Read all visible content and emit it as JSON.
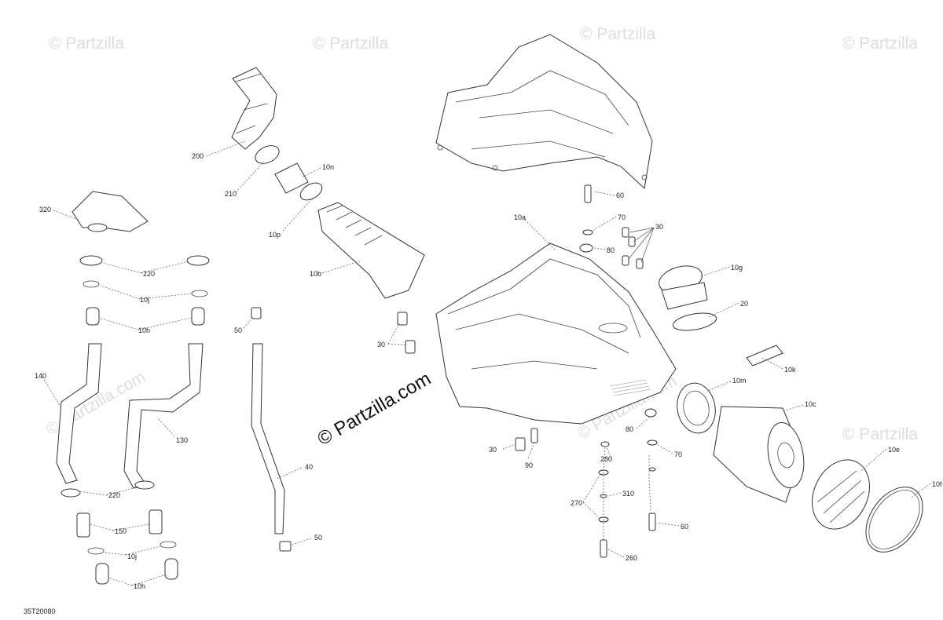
{
  "watermark": {
    "repeat_text": "© Partzilla",
    "tile_text": "© Partzilla.com",
    "main_text": "© Partzilla.com"
  },
  "diagram_id": "35T20080",
  "callouts": [
    {
      "id": "c-200",
      "text": "200"
    },
    {
      "id": "c-210",
      "text": "210"
    },
    {
      "id": "c-10n",
      "text": "10n"
    },
    {
      "id": "c-10p",
      "text": "10p"
    },
    {
      "id": "c-10b",
      "text": "10b"
    },
    {
      "id": "c-320",
      "text": "320"
    },
    {
      "id": "c-220a",
      "text": "220"
    },
    {
      "id": "c-10ja",
      "text": "10j"
    },
    {
      "id": "c-10ha",
      "text": "10h"
    },
    {
      "id": "c-140",
      "text": "140"
    },
    {
      "id": "c-130",
      "text": "130"
    },
    {
      "id": "c-220b",
      "text": "220"
    },
    {
      "id": "c-150",
      "text": "150"
    },
    {
      "id": "c-10jb",
      "text": "10j"
    },
    {
      "id": "c-10hb",
      "text": "10h"
    },
    {
      "id": "c-50a",
      "text": "50"
    },
    {
      "id": "c-40",
      "text": "40"
    },
    {
      "id": "c-50b",
      "text": "50"
    },
    {
      "id": "c-30a",
      "text": "30"
    },
    {
      "id": "c-10a",
      "text": "10a"
    },
    {
      "id": "c-60a",
      "text": "60"
    },
    {
      "id": "c-70a",
      "text": "70"
    },
    {
      "id": "c-30b",
      "text": "30"
    },
    {
      "id": "c-80a",
      "text": "80"
    },
    {
      "id": "c-10g",
      "text": "10g"
    },
    {
      "id": "c-20",
      "text": "20"
    },
    {
      "id": "c-10k",
      "text": "10k"
    },
    {
      "id": "c-10m",
      "text": "10m"
    },
    {
      "id": "c-10c",
      "text": "10c"
    },
    {
      "id": "c-80b",
      "text": "80"
    },
    {
      "id": "c-70b",
      "text": "70"
    },
    {
      "id": "c-30c",
      "text": "30"
    },
    {
      "id": "c-90",
      "text": "90"
    },
    {
      "id": "c-280",
      "text": "280"
    },
    {
      "id": "c-270",
      "text": "270"
    },
    {
      "id": "c-310",
      "text": "310"
    },
    {
      "id": "c-60b",
      "text": "60"
    },
    {
      "id": "c-260",
      "text": "260"
    },
    {
      "id": "c-10e",
      "text": "10e"
    },
    {
      "id": "c-10f",
      "text": "10f"
    }
  ]
}
